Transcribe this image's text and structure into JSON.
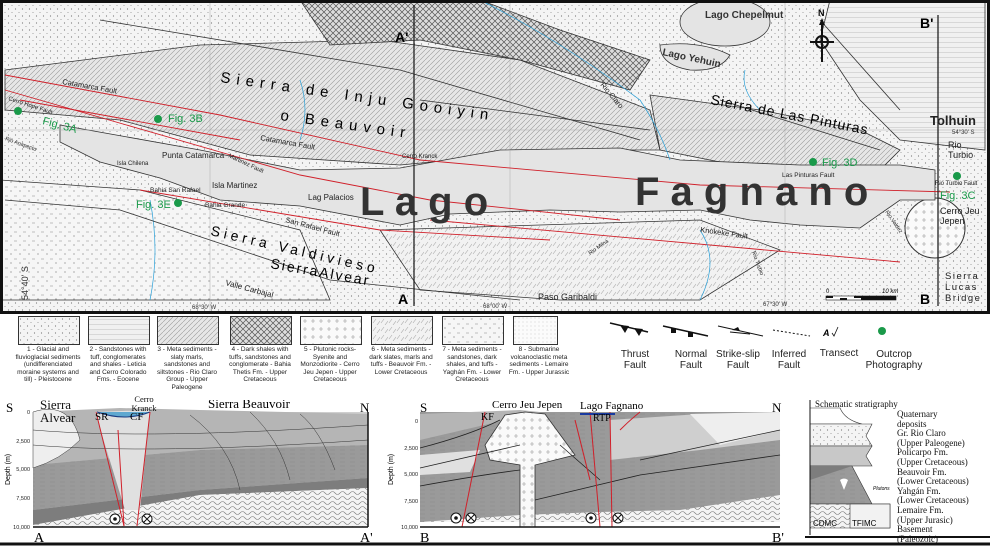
{
  "map": {
    "lake_main": [
      "L a g o",
      "F a g n a n o"
    ],
    "lakes": [
      "Lago Chepelmut",
      "Lago Yehuin"
    ],
    "ranges": [
      "Sierra de Inju Gooiyin",
      "o Beauvoir",
      "Sierra de Las Pinturas",
      "Sierra Valdivieso",
      "SierraAlvear",
      "Sierra Lucas Bridge"
    ],
    "faults": [
      "Catamarca Fault",
      "Catamarca Fault",
      "Cerro Hope Fault",
      "Martinez Fault",
      "San Rafael Fault",
      "Las Pinturas Fault",
      "Rio Turbio Fault",
      "Knokeke Fault"
    ],
    "places": [
      "Punta Catamarca",
      "Isla Chilena",
      "Isla Martinez",
      "Bahia San Rafael",
      "Bahia Grande",
      "Lag Palacios",
      "Cerro Kranck",
      "Rio Claro",
      "Tolhuin",
      "Rio Turbio",
      "Cerro Jeu Jepen",
      "Paso Garibaldi",
      "Valle Carbajal",
      "Rio Anapecto",
      "Rio Valdez",
      "Rio Turbio",
      "Rio Milna"
    ],
    "figures": [
      "Fig. 3A",
      "Fig. 3B",
      "Fig. 3C",
      "Fig. 3D",
      "Fig. 3E"
    ],
    "transects": {
      "a_start": "A",
      "a_end": "A'",
      "b_start": "B",
      "b_end": "B'"
    },
    "coords": [
      "54°40' S",
      "54°30' S",
      "68°30' W",
      "68°00' W",
      "67°30' W"
    ],
    "north": "N",
    "scale": {
      "zero": "0",
      "end": "10 km"
    },
    "colors": {
      "faults": "#d0202a",
      "rivers": "#2aa0d8",
      "outcrop": "#1a9a4a",
      "lake": "#e4e4e4"
    }
  },
  "legend": {
    "units": [
      {
        "pattern": "dots",
        "text": "1 - Glacial and fluvioglacial sediments (undifferenciated moraine systems and till) - Pleistocene"
      },
      {
        "pattern": "horizontal-lines",
        "text": "2 - Sandstones with tuff, conglomerates and shales - Leticia and Cerro Colorado Fms. - Eocene"
      },
      {
        "pattern": "diagonal-lines",
        "text": "3 - Meta sediments - slaty marls, sandstones and siltstones - Rio Claro Group - Upper Paleogene"
      },
      {
        "pattern": "crosshatch",
        "text": "4 - Dark shales with tuffs, sandstones and conglomerate - Bahia Thetis Fm. - Upper Cretaceous"
      },
      {
        "pattern": "crosses",
        "text": "5 - Plutonic rocks- Syenite and Monzodiorite - Cerro Jeu Jepen - Upper Cretaceous"
      },
      {
        "pattern": "dashed-diagonals",
        "text": "6 - Meta sediments - dark slates, marls and tuffs - Beauvoir Fm. - Lower Cretaceous"
      },
      {
        "pattern": "dots-dashes",
        "text": "7 - Meta sediments - sandstones, dark shales, and tuffs - Yaghán Fm. - Lower Cretaceous"
      },
      {
        "pattern": "fine-dots",
        "text": "8 - Submarine volcanoclastic meta sediments - Lemaire Fm. - Upper Jurassic"
      }
    ],
    "symbols": [
      {
        "icon": "thrust-fault",
        "label": "Thrust Fault"
      },
      {
        "icon": "normal-fault",
        "label": "Normal Fault"
      },
      {
        "icon": "strike-slip-fault",
        "label": "Strike-slip Fault"
      },
      {
        "icon": "inferred-fault",
        "label": "Inferred Fault"
      },
      {
        "icon": "transect",
        "glyph": "A",
        "label": "Transect"
      },
      {
        "icon": "green-dot",
        "label": "Outcrop Photography"
      }
    ]
  },
  "section_a": {
    "left": "S",
    "right": "N",
    "start": "A",
    "end": "A'",
    "labels": [
      "Sierra Alvear",
      "SR",
      "CF",
      "Cerro Kranck",
      "Sierra Beauvoir"
    ],
    "axis_title": "Depth (m)",
    "ticks": [
      "0",
      "2,500",
      "5,000",
      "7,500",
      "10,000"
    ]
  },
  "section_b": {
    "left": "S",
    "right": "N",
    "start": "B",
    "end": "B'",
    "labels": [
      "Cerro Jeu Jepen",
      "Lago Fagnano",
      "KF",
      "RTP"
    ],
    "axis_title": "Depth (m)",
    "ticks": [
      "0",
      "2,500",
      "5,000",
      "7,500",
      "10,000"
    ]
  },
  "stratigraphy": {
    "title": "Schematic stratigraphy",
    "plutons": "Plutons",
    "basement_left": "CDMC",
    "basement_right": "TFIMC",
    "units": [
      "Quaternary",
      "deposits",
      "Gr. Rio Claro",
      "(Upper Paleogene)",
      "Policarpo Fm.",
      "(Upper Cretaceous)",
      "Beauvoir Fm.",
      "(Lower Cretaceous)",
      "Yahgán Fm.",
      "(Lower Cretaceous)",
      "Lemaire Fm.",
      "(Upper Jurasic)",
      "Basement",
      "(Paleozoic)"
    ]
  }
}
